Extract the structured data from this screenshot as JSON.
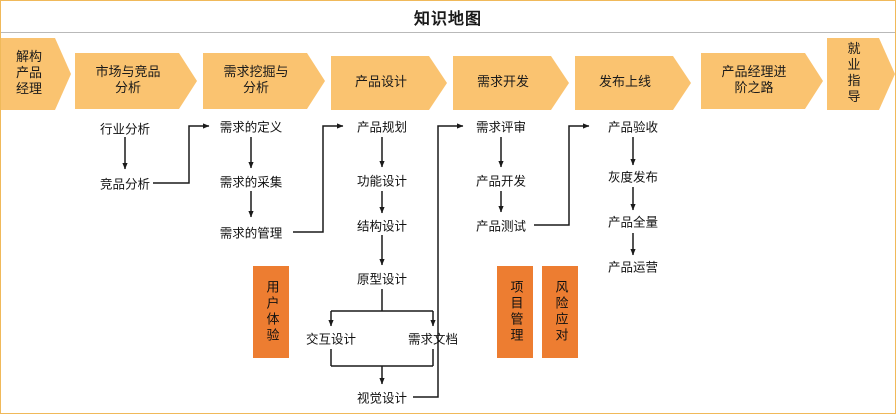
{
  "header": {
    "title": "知识地图",
    "accent_border": "#f0b95a",
    "divider": "#b9b9b9"
  },
  "colors": {
    "chevron_fill": "#fac370",
    "tag_fill": "#ed7d31",
    "text": "#111111",
    "wire": "#1a1a1a"
  },
  "stages": [
    {
      "label": "解构\n产品\n经理",
      "name": "stage-deconstruct-pm",
      "vertical": false
    },
    {
      "label": "市场与竞品\n分析",
      "name": "stage-market-competitor-analysis",
      "vertical": false
    },
    {
      "label": "需求挖掘与\n分析",
      "name": "stage-requirement-mining-analysis",
      "vertical": false
    },
    {
      "label": "产品设计",
      "name": "stage-product-design",
      "vertical": false
    },
    {
      "label": "需求开发",
      "name": "stage-requirement-development",
      "vertical": false
    },
    {
      "label": "发布上线",
      "name": "stage-release-launch",
      "vertical": false
    },
    {
      "label": "产品经理进\n阶之路",
      "name": "stage-pm-advanced-path",
      "vertical": false
    },
    {
      "label": "就\n业\n指\n导",
      "name": "stage-career-guidance",
      "vertical": false
    }
  ],
  "columns": [
    {
      "name": "col-market",
      "nodes": [
        {
          "name": "node-industry-analysis",
          "label": "行业分析"
        },
        {
          "name": "node-competitor-analysis",
          "label": "竞品分析"
        }
      ]
    },
    {
      "name": "col-requirement",
      "nodes": [
        {
          "name": "node-requirement-definition",
          "label": "需求的定义"
        },
        {
          "name": "node-requirement-collection",
          "label": "需求的采集"
        },
        {
          "name": "node-requirement-management",
          "label": "需求的管理"
        }
      ]
    },
    {
      "name": "col-product-design",
      "nodes": [
        {
          "name": "node-product-planning",
          "label": "产品规划"
        },
        {
          "name": "node-function-design",
          "label": "功能设计"
        },
        {
          "name": "node-structure-design",
          "label": "结构设计"
        },
        {
          "name": "node-prototype-design",
          "label": "原型设计"
        },
        {
          "name": "node-interaction-design",
          "label": "交互设计"
        },
        {
          "name": "node-requirement-document",
          "label": "需求文档"
        },
        {
          "name": "node-visual-design",
          "label": "视觉设计"
        }
      ]
    },
    {
      "name": "col-requirement-dev",
      "nodes": [
        {
          "name": "node-requirement-review",
          "label": "需求评审"
        },
        {
          "name": "node-product-development",
          "label": "产品开发"
        },
        {
          "name": "node-product-testing",
          "label": "产品测试"
        }
      ]
    },
    {
      "name": "col-release",
      "nodes": [
        {
          "name": "node-product-acceptance",
          "label": "产品验收"
        },
        {
          "name": "node-gray-release",
          "label": "灰度发布"
        },
        {
          "name": "node-product-full-volume",
          "label": "产品全量"
        },
        {
          "name": "node-product-operation",
          "label": "产品运营"
        }
      ]
    }
  ],
  "tags": [
    {
      "name": "tag-user-experience",
      "label": "用户体验"
    },
    {
      "name": "tag-project-management",
      "label": "项目管理"
    },
    {
      "name": "tag-risk-response",
      "label": "风险应对"
    }
  ]
}
